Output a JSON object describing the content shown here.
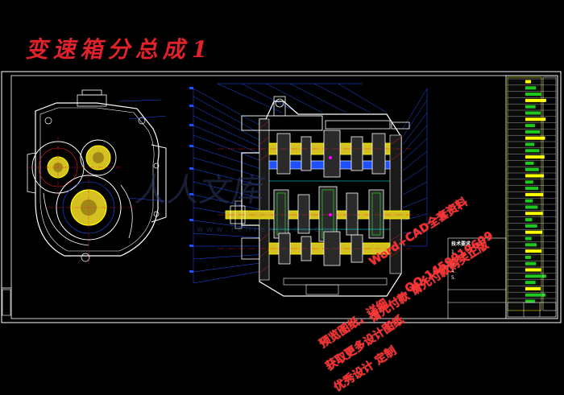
{
  "title": "变速箱分总成1",
  "drawing_notes": {
    "heading": "技术要求",
    "lines": [
      "1.",
      "2.",
      "3.",
      "4.",
      "5."
    ]
  },
  "watermark": {
    "line1": "Word+CAD全套资料",
    "line2": "QQ:1459919609",
    "line3": "获取更多设计图纸",
    "line4": "请先付款 请先付款购买正版",
    "line5": "预览图纸，详细",
    "line6": "优秀设计  定制"
  },
  "brand_faint": "人人文库",
  "brand_url": "www.renrendoc.com",
  "colors": {
    "background": "#000000",
    "title": "#e0222a",
    "cad_white": "#ffffff",
    "cad_blue": "#1e50ff",
    "cad_yellow": "#ffff00",
    "cad_green": "#1ec81e",
    "cad_red": "#ff2020",
    "cad_cyan": "#00ffff",
    "cad_magenta": "#ff00ff"
  }
}
